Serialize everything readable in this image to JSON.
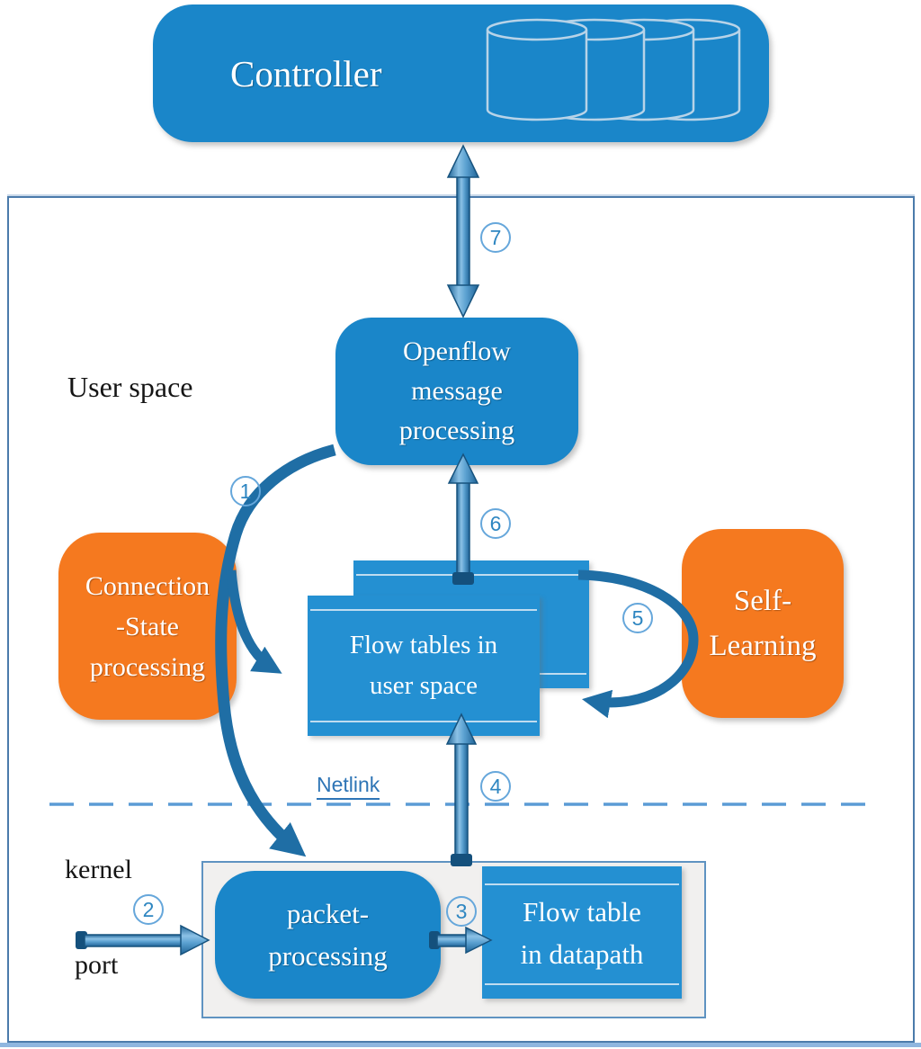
{
  "figure": {
    "type": "architecture-diagram",
    "description_visible_only": true
  },
  "controller": {
    "label": "Controller"
  },
  "regions": {
    "user_space": "User space",
    "kernel": "kernel"
  },
  "labels": {
    "port": "port",
    "netlink": "Netlink"
  },
  "nodes": {
    "openflow": {
      "lines": [
        "Openflow",
        "message",
        "processing"
      ]
    },
    "connection_state": {
      "lines": [
        "Connection",
        "-State",
        "processing"
      ]
    },
    "self_learning": {
      "lines": [
        "Self-",
        "Learning"
      ]
    },
    "flow_tables_user": {
      "lines": [
        "Flow tables in",
        "user space"
      ]
    },
    "packet_processing": {
      "lines": [
        "packet-",
        "processing"
      ]
    },
    "flow_table_datapath": {
      "lines": [
        "Flow table",
        "in datapath"
      ]
    }
  },
  "steps": [
    "1",
    "2",
    "3",
    "4",
    "5",
    "6",
    "7"
  ],
  "icons": {
    "database_cylinders": "database-stack-icon",
    "cylinder_count": 4
  },
  "colors": {
    "node_blue": "#1a86c9",
    "table_blue": "#2490d2",
    "accent_orange": "#f5791f",
    "curved_arrow_blue": "#1f6ea5",
    "pipe_edge_blue": "#1f6396",
    "pipe_light_blue": "#8cc2e6",
    "dashed_line_blue": "#5b9bd5",
    "outer_border_blue": "#4b7bab",
    "netlink_text_blue": "#2e75b6"
  }
}
